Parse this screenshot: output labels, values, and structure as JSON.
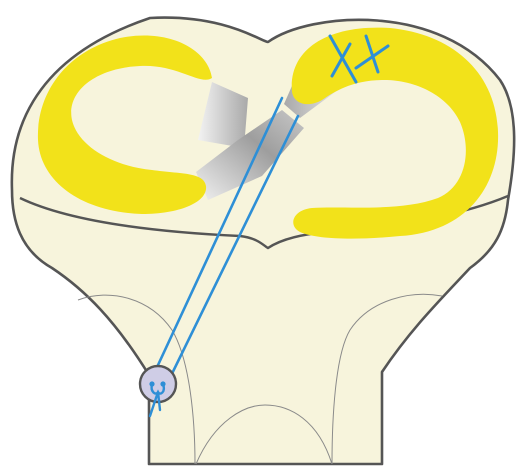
{
  "colors": {
    "background": "#ffffff",
    "bone": "#f7f4dc",
    "outline": "#555555",
    "meniscus": "#f2e21a",
    "suture": "#2e8fd6",
    "button": "#cfcde6",
    "ligament_light": "#f3f3f3",
    "ligament_dark": "#a9a9a9"
  },
  "elements": {
    "tibia": "tibial-plateau-outline",
    "medial_meniscus": "c-shaped-meniscus",
    "lateral_meniscus": "reverse-c-meniscus",
    "transtibial_tunnel": "double-suture-strand",
    "fixation_button": "cortical-button",
    "suture_stitches": "cross-stitches"
  }
}
